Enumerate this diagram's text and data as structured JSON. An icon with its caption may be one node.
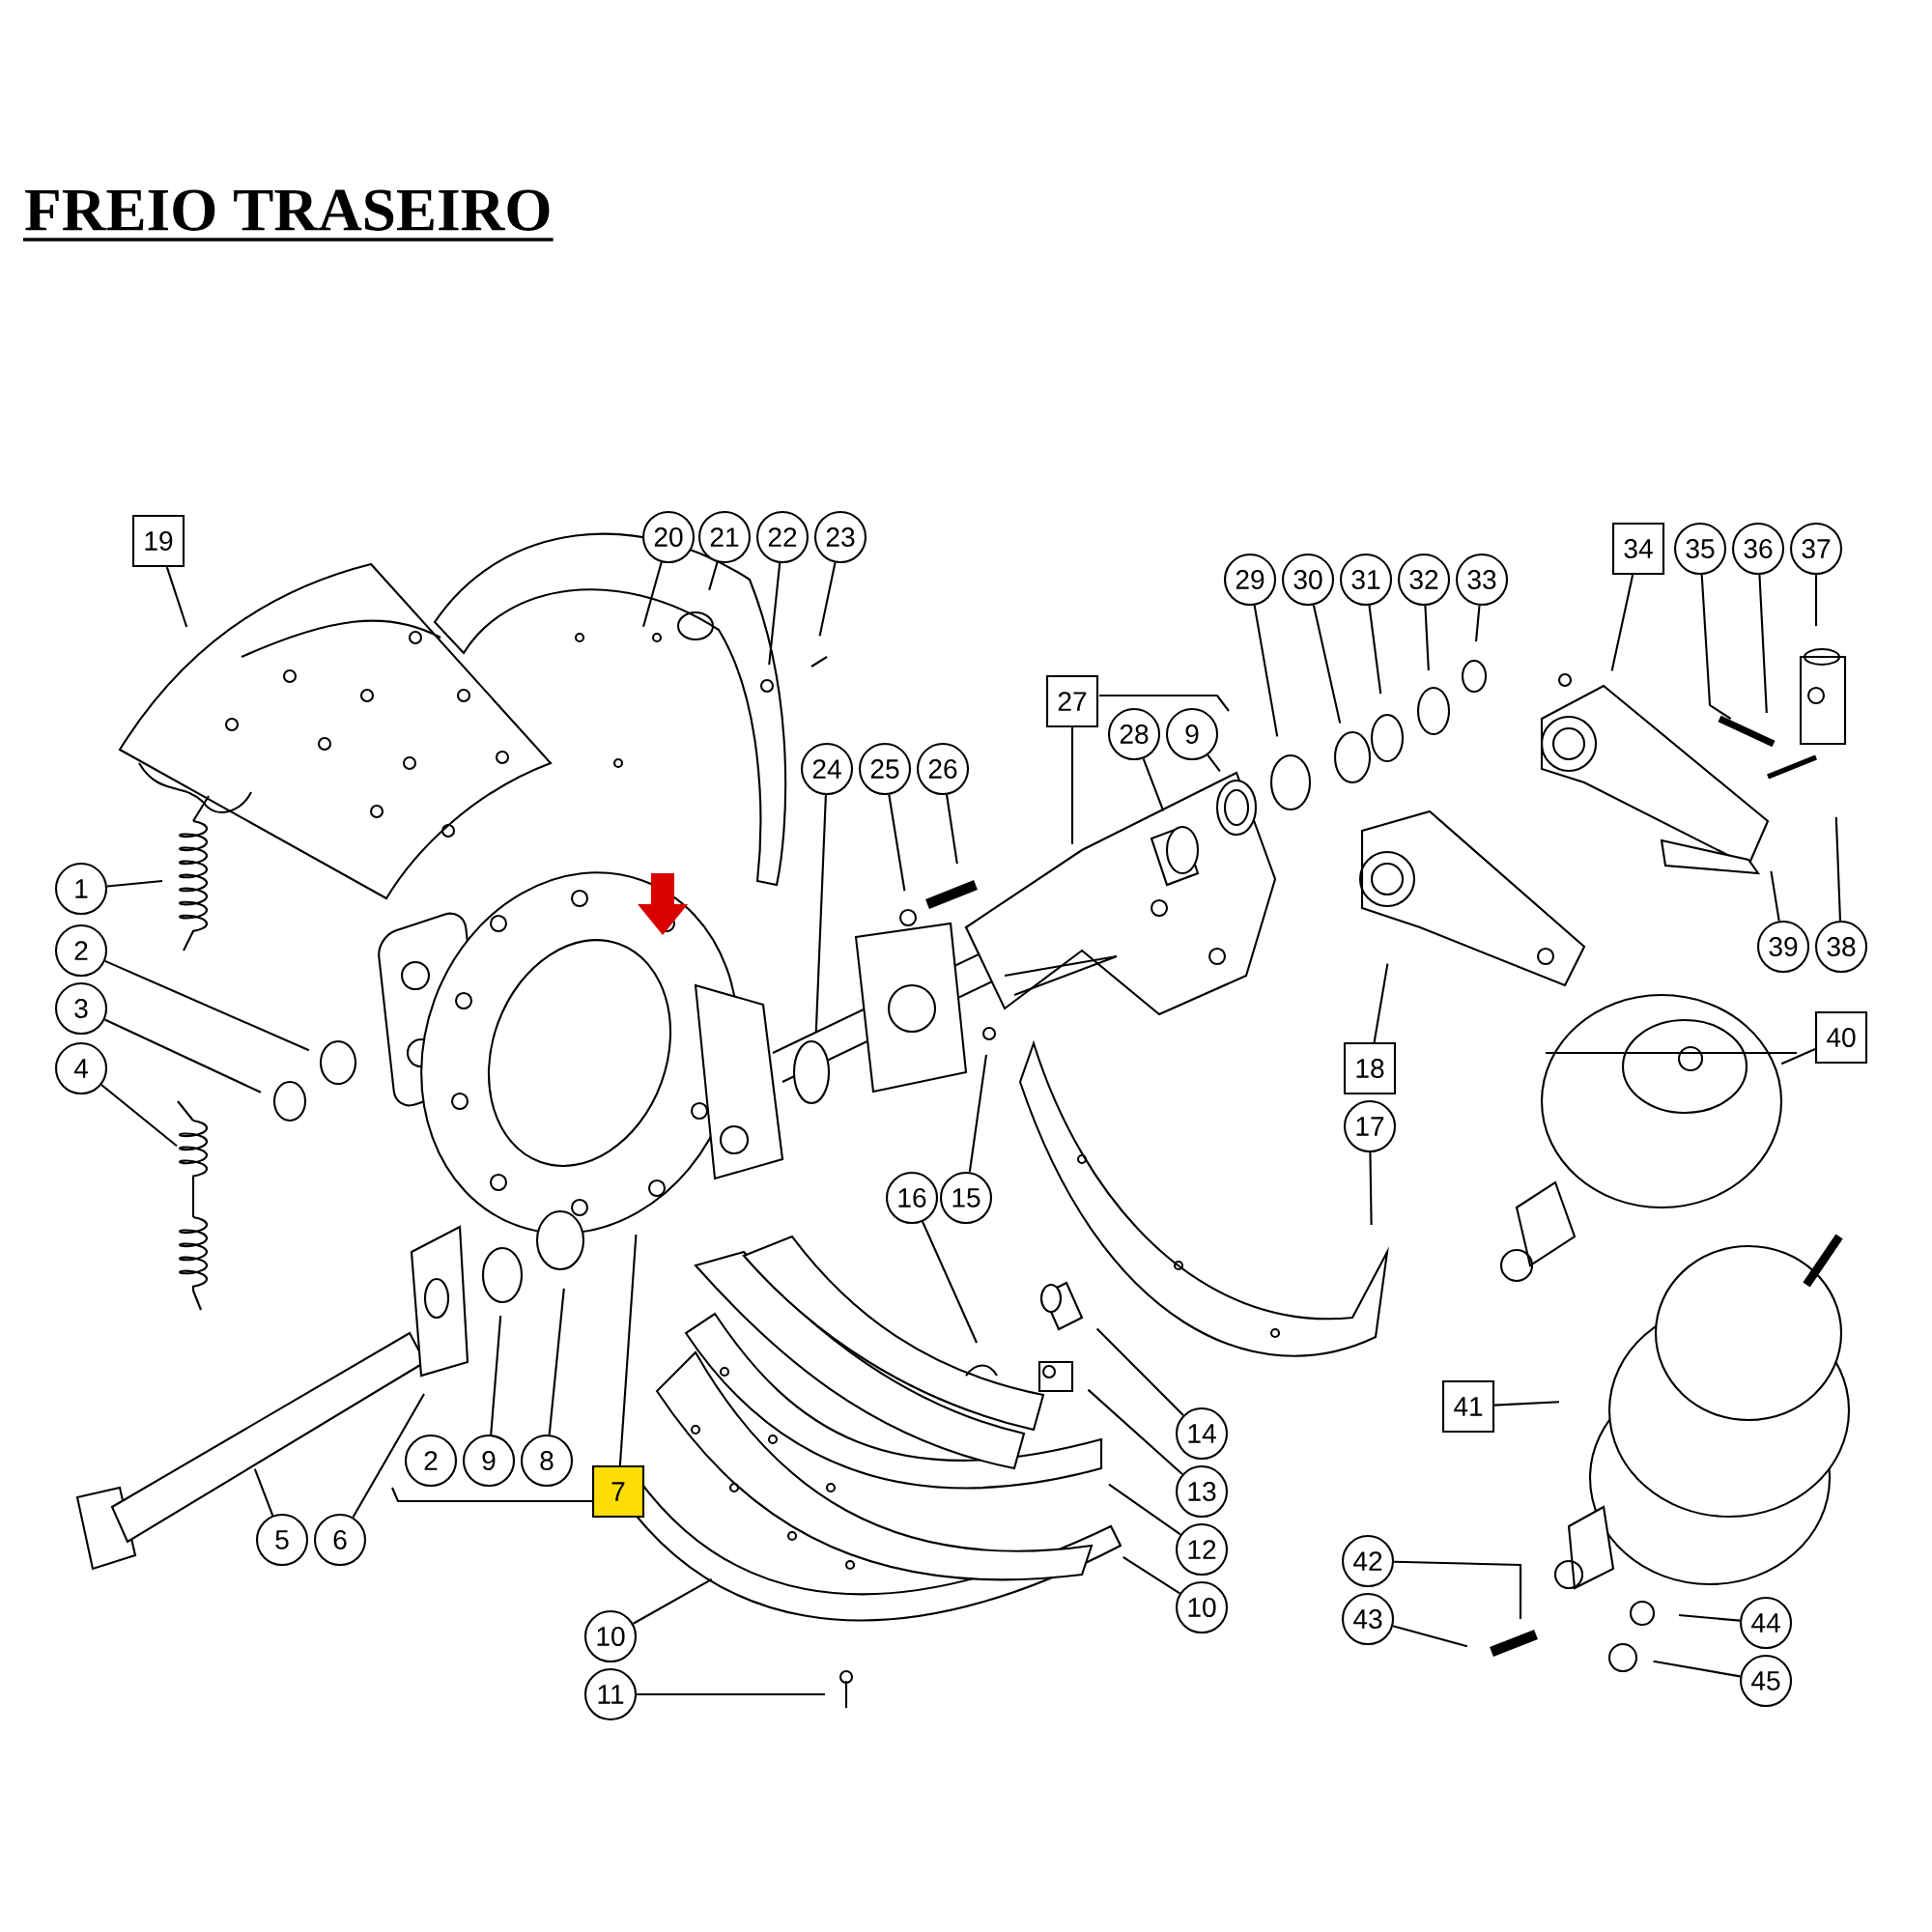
{
  "diagram": {
    "title": "FREIO TRASEIRO",
    "nodes": [
      {
        "text": [
          "19"
        ]
      },
      {
        "text": [
          "20"
        ]
      },
      {
        "text": [
          "21"
        ]
      },
      {
        "text": [
          "22"
        ]
      },
      {
        "text": [
          "23"
        ]
      },
      {
        "text": [
          "1"
        ]
      },
      {
        "text": [
          "2"
        ]
      },
      {
        "text": [
          "3"
        ]
      },
      {
        "text": [
          "4"
        ]
      },
      {
        "text": [
          "24"
        ]
      },
      {
        "text": [
          "25"
        ]
      },
      {
        "text": [
          "26"
        ]
      },
      {
        "text": [
          "27"
        ]
      },
      {
        "text": [
          "28"
        ]
      },
      {
        "text": [
          "9"
        ]
      },
      {
        "text": [
          "29"
        ]
      },
      {
        "text": [
          "30"
        ]
      },
      {
        "text": [
          "31"
        ]
      },
      {
        "text": [
          "32"
        ]
      },
      {
        "text": [
          "33"
        ]
      },
      {
        "text": [
          "34"
        ]
      },
      {
        "text": [
          "35"
        ]
      },
      {
        "text": [
          "36"
        ]
      },
      {
        "text": [
          "37"
        ]
      },
      {
        "text": [
          "18"
        ]
      },
      {
        "text": [
          "17"
        ]
      },
      {
        "text": [
          "40"
        ]
      },
      {
        "text": [
          "15"
        ]
      },
      {
        "text": [
          "16"
        ]
      },
      {
        "text": [
          "5"
        ]
      },
      {
        "text": [
          "6"
        ]
      },
      {
        "text": [
          "2"
        ]
      },
      {
        "text": [
          "9"
        ]
      },
      {
        "text": [
          "8"
        ]
      },
      {
        "text": [
          "7"
        ]
      },
      {
        "text": [
          "41"
        ]
      },
      {
        "text": [
          "14"
        ]
      },
      {
        "text": [
          "13"
        ]
      },
      {
        "text": [
          "12"
        ]
      },
      {
        "text": [
          "10"
        ]
      },
      {
        "text": [
          "10"
        ]
      },
      {
        "text": [
          "11"
        ]
      },
      {
        "text": [
          "39"
        ]
      },
      {
        "text": [
          "38"
        ]
      },
      {
        "text": [
          "42"
        ]
      },
      {
        "text": [
          "43"
        ]
      },
      {
        "text": [
          "44"
        ]
      },
      {
        "text": [
          "45"
        ]
      }
    ],
    "edges": [
      {
        "from": 0,
        "to": null,
        "arrow": "none"
      },
      {
        "from": 1,
        "to": null,
        "arrow": "none"
      },
      {
        "from": 2,
        "to": null,
        "arrow": "none"
      },
      {
        "from": 3,
        "to": null,
        "arrow": "none"
      },
      {
        "from": 4,
        "to": null,
        "arrow": "none"
      },
      {
        "from": 5,
        "to": null,
        "arrow": "none"
      },
      {
        "from": 6,
        "to": null,
        "arrow": "none"
      },
      {
        "from": 7,
        "to": null,
        "arrow": "none"
      },
      {
        "from": 8,
        "to": null,
        "arrow": "none"
      },
      {
        "from": 9,
        "to": null,
        "arrow": "none"
      },
      {
        "from": 10,
        "to": null,
        "arrow": "none"
      },
      {
        "from": 11,
        "to": null,
        "arrow": "none"
      },
      {
        "from": 12,
        "to": null,
        "arrow": "none"
      },
      {
        "from": 13,
        "to": null,
        "arrow": "none"
      },
      {
        "from": 14,
        "to": null,
        "arrow": "none"
      },
      {
        "from": 15,
        "to": null,
        "arrow": "none"
      },
      {
        "from": 16,
        "to": null,
        "arrow": "none"
      },
      {
        "from": 17,
        "to": null,
        "arrow": "none"
      },
      {
        "from": 18,
        "to": null,
        "arrow": "none"
      },
      {
        "from": 19,
        "to": null,
        "arrow": "none"
      },
      {
        "from": 20,
        "to": null,
        "arrow": "none"
      },
      {
        "from": 21,
        "to": null,
        "arrow": "none"
      },
      {
        "from": 22,
        "to": null,
        "arrow": "none"
      },
      {
        "from": 23,
        "to": null,
        "arrow": "none"
      },
      {
        "from": 24,
        "to": null,
        "arrow": "none"
      },
      {
        "from": 25,
        "to": null,
        "arrow": "none"
      },
      {
        "from": 26,
        "to": null,
        "arrow": "none"
      },
      {
        "from": 27,
        "to": null,
        "arrow": "none"
      },
      {
        "from": 28,
        "to": null,
        "arrow": "none"
      },
      {
        "from": 29,
        "to": null,
        "arrow": "none"
      },
      {
        "from": 30,
        "to": null,
        "arrow": "none"
      },
      {
        "from": 32,
        "to": null,
        "arrow": "none"
      },
      {
        "from": 33,
        "to": null,
        "arrow": "none"
      },
      {
        "from": 34,
        "to": null,
        "arrow": "none"
      },
      {
        "from": 35,
        "to": null,
        "arrow": "none"
      },
      {
        "from": 36,
        "to": null,
        "arrow": "none"
      },
      {
        "from": 37,
        "to": null,
        "arrow": "none"
      },
      {
        "from": 38,
        "to": null,
        "arrow": "none"
      },
      {
        "from": 39,
        "to": null,
        "arrow": "none"
      },
      {
        "from": 40,
        "to": null,
        "arrow": "none"
      },
      {
        "from": 41,
        "to": null,
        "arrow": "none"
      },
      {
        "from": 42,
        "to": null,
        "arrow": "none"
      },
      {
        "from": 43,
        "to": null,
        "arrow": "none"
      },
      {
        "from": 44,
        "to": null,
        "arrow": "none"
      },
      {
        "from": 45,
        "to": null,
        "arrow": "none"
      },
      {
        "from": 46,
        "to": null,
        "arrow": "none"
      },
      {
        "from": 47,
        "to": null,
        "arrow": "none"
      }
    ]
  }
}
